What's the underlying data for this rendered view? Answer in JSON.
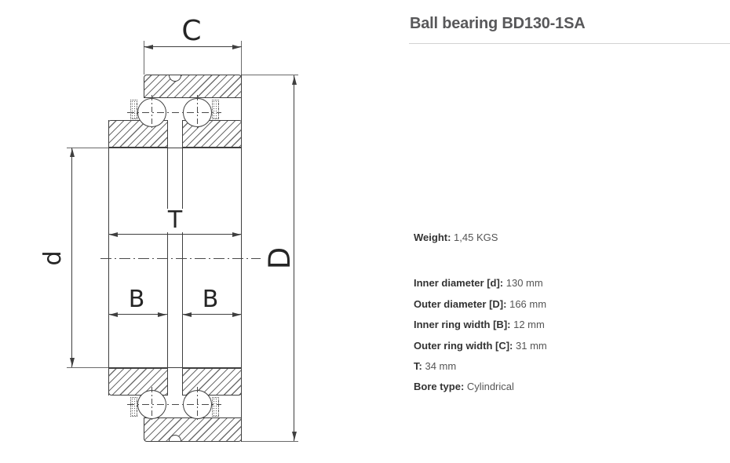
{
  "header": {
    "title": "Ball bearing BD130-1SA"
  },
  "specs": {
    "weight": {
      "label": "Weight:",
      "value": "1,45 KGS"
    },
    "rows": [
      {
        "label": "Inner diameter [d]:",
        "value": "130 mm"
      },
      {
        "label": "Outer diameter [D]:",
        "value": "166 mm"
      },
      {
        "label": "Inner ring width [B]:",
        "value": "12 mm"
      },
      {
        "label": "Outer ring width [C]:",
        "value": "31 mm"
      },
      {
        "label": "T:",
        "value": "34 mm"
      },
      {
        "label": "Bore type:",
        "value": "Cylindrical"
      }
    ]
  },
  "diagram": {
    "type": "bearing-cross-section",
    "labels": {
      "outer_ring_width": "C",
      "total_width": "T",
      "inner_ring_width_left": "B",
      "inner_ring_width_right": "B",
      "bore_diameter": "d",
      "outer_diameter": "D"
    }
  },
  "colors": {
    "line": "#3f3f3f",
    "hatch": "#6e6e6e",
    "title_text": "#58585a",
    "spec_label": "#333333",
    "spec_value": "#555555",
    "divider": "#d2d2d2"
  }
}
